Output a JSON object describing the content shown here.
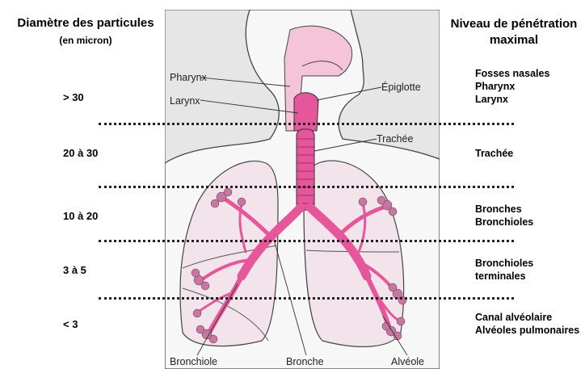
{
  "header_left": {
    "title": "Diamètre des particules",
    "subtitle": "(en micron)"
  },
  "header_right": {
    "line1": "Niveau de pénétration",
    "line2": "maximal"
  },
  "rows": [
    {
      "size": "> 30",
      "levels": [
        "Fosses nasales",
        "Pharynx",
        "Larynx"
      ]
    },
    {
      "size": "20 à 30",
      "levels": [
        "Trachée"
      ]
    },
    {
      "size": "10 à 20",
      "levels": [
        "Bronches",
        "Bronchioles"
      ]
    },
    {
      "size": "3 à 5",
      "levels": [
        "Bronchioles",
        "terminales"
      ]
    },
    {
      "size": "< 3",
      "levels": [
        "Canal alvéolaire",
        "Alvéoles pulmonaires"
      ]
    }
  ],
  "figure_labels": {
    "pharynx": "Pharynx",
    "larynx": "Larynx",
    "epiglotte": "Épiglotte",
    "trachee": "Trachée",
    "bronchiole": "Bronchiole",
    "bronche": "Bronche",
    "alveole": "Alvéole"
  },
  "colors": {
    "airway_pink": "#e5579a",
    "airway_light": "#f6c4d9",
    "lung_fill": "#f2e4ea",
    "body_gray": "#e6e6e6"
  }
}
